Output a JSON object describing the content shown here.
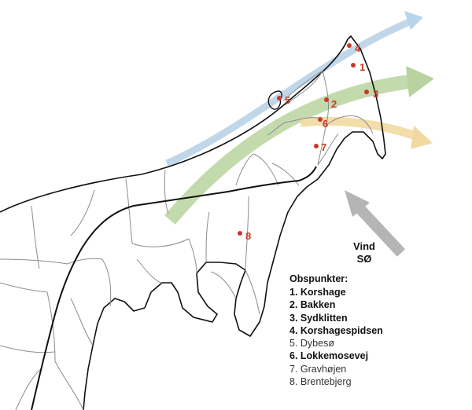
{
  "map": {
    "colors": {
      "coast": "#111111",
      "road_minor": "#8c8c8c",
      "road_major": "#111111",
      "point": "#c43b2a",
      "arrow_blue": "#b9d3e8",
      "arrow_green": "#b8d39f",
      "arrow_yellow": "#f2d9a2",
      "arrow_wind": "#b5b5b5"
    },
    "points": [
      {
        "id": "1",
        "label": "1"
      },
      {
        "id": "2",
        "label": "2"
      },
      {
        "id": "3",
        "label": "3"
      },
      {
        "id": "4",
        "label": "4"
      },
      {
        "id": "5",
        "label": "5"
      },
      {
        "id": "6",
        "label": "6"
      },
      {
        "id": "7",
        "label": "7"
      },
      {
        "id": "8",
        "label": "8"
      }
    ]
  },
  "wind": {
    "line1": "Vind",
    "line2": "SØ"
  },
  "legend": {
    "title": "Obspunkter:",
    "items": [
      {
        "text": "1. Korshage",
        "bold": true
      },
      {
        "text": "2. Bakken",
        "bold": true
      },
      {
        "text": "3. Sydklitten",
        "bold": true
      },
      {
        "text": "4. Korshagespidsen",
        "bold": true
      },
      {
        "text": "5. Dybesø",
        "bold": false
      },
      {
        "text": "6. Lokkemosevej",
        "bold": true
      },
      {
        "text": "7. Gravhøjen",
        "bold": false
      },
      {
        "text": "8. Brentebjerg",
        "bold": false
      }
    ]
  }
}
